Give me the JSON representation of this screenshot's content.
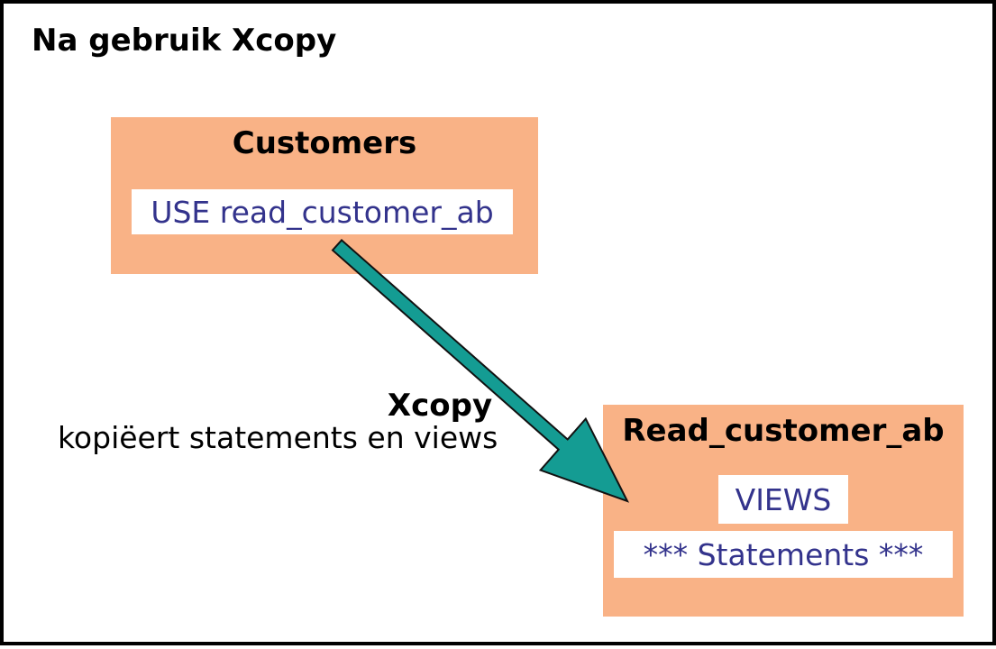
{
  "title": "Na gebruik Xcopy",
  "customers_box": {
    "title": "Customers",
    "statement": "USE read_customer_ab"
  },
  "arrow_label": {
    "line1": "Xcopy",
    "line2": "kopiëert statements en views"
  },
  "read_box": {
    "title": "Read_customer_ab",
    "views_label": "VIEWS",
    "statements_label": "*** Statements ***"
  },
  "colors": {
    "box_fill": "#F9B286",
    "field_text": "#33338C",
    "arrow_fill": "#149C93",
    "arrow_outline": "#111111",
    "frame_border": "#000000",
    "title_text": "#000000"
  }
}
